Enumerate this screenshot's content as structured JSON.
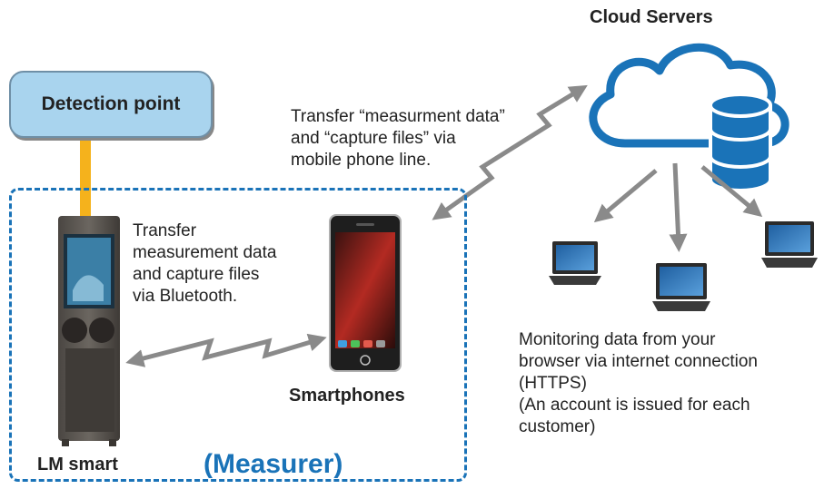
{
  "cloud": {
    "title": "Cloud Servers",
    "transfer_text": [
      "Transfer “measurment data”",
      "and “capture files” via",
      "mobile phone line."
    ]
  },
  "detection_point": {
    "label": "Detection point"
  },
  "measurer": {
    "label": "(Measurer)"
  },
  "device": {
    "label": "LM smart"
  },
  "smartphone": {
    "label": "Smartphones"
  },
  "bluetooth_text": [
    "Transfer",
    "measurement data",
    "and capture files",
    "via Bluetooth."
  ],
  "monitoring_text": [
    "Monitoring data from your",
    "browser via internet connection",
    "(HTTPS)",
    "(An account is issued for each",
    "customer)"
  ],
  "colors": {
    "cloud": "#1a73b8",
    "dashed_frame": "#1a73b8",
    "detection_fill": "#a9d4ee",
    "probe_line": "#f5b21c",
    "arrow": "#8a8a8a"
  },
  "icons": [
    "cloud-icon",
    "database-icon",
    "laptop-icon",
    "smartphone-icon",
    "lm-smart-device-icon"
  ]
}
